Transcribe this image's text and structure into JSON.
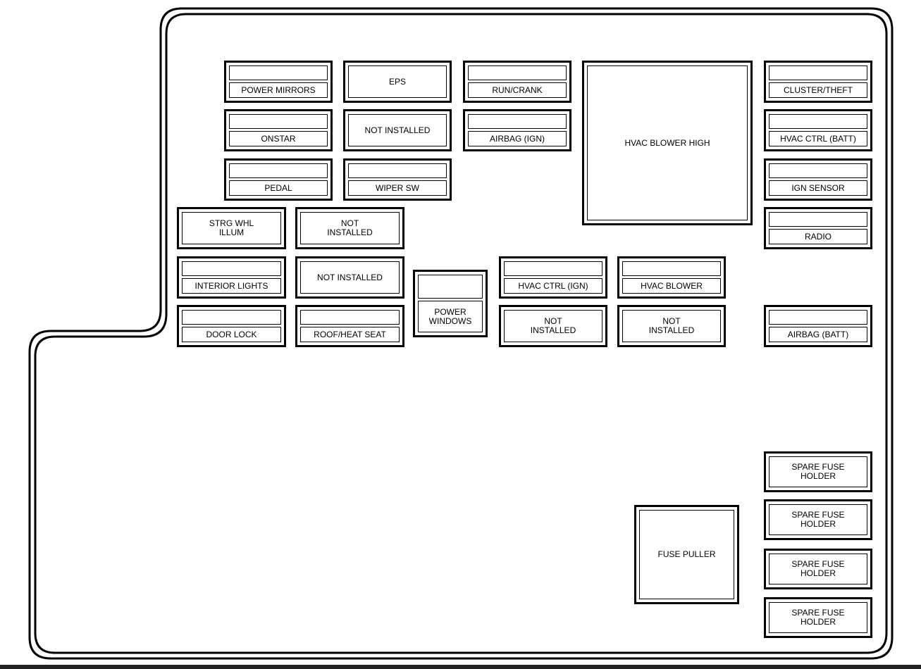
{
  "fuses": [
    {
      "label": "POWER MIRRORS"
    },
    {
      "label": "EPS"
    },
    {
      "label": "RUN/CRANK"
    },
    {
      "label": "HVAC BLOWER HIGH"
    },
    {
      "label": "CLUSTER/THEFT"
    },
    {
      "label": "ONSTAR"
    },
    {
      "label": "NOT INSTALLED"
    },
    {
      "label": "AIRBAG (IGN)"
    },
    {
      "label": "HVAC CTRL (BATT)"
    },
    {
      "label": "PEDAL"
    },
    {
      "label": "WIPER SW"
    },
    {
      "label": "IGN SENSOR"
    },
    {
      "label": "STRG WHL\nILLUM"
    },
    {
      "label": "NOT\nINSTALLED"
    },
    {
      "label": "RADIO"
    },
    {
      "label": "INTERIOR LIGHTS"
    },
    {
      "label": "NOT INSTALLED"
    },
    {
      "label": "POWER\nWINDOWS"
    },
    {
      "label": "HVAC CTRL (IGN)"
    },
    {
      "label": "HVAC BLOWER"
    },
    {
      "label": "DOOR LOCK"
    },
    {
      "label": "ROOF/HEAT SEAT"
    },
    {
      "label": "NOT\nINSTALLED"
    },
    {
      "label": "NOT\nINSTALLED"
    },
    {
      "label": "AIRBAG (BATT)"
    },
    {
      "label": "FUSE PULLER"
    },
    {
      "label": "SPARE FUSE\nHOLDER"
    },
    {
      "label": "SPARE FUSE\nHOLDER"
    },
    {
      "label": "SPARE FUSE\nHOLDER"
    },
    {
      "label": "SPARE FUSE\nHOLDER"
    }
  ]
}
